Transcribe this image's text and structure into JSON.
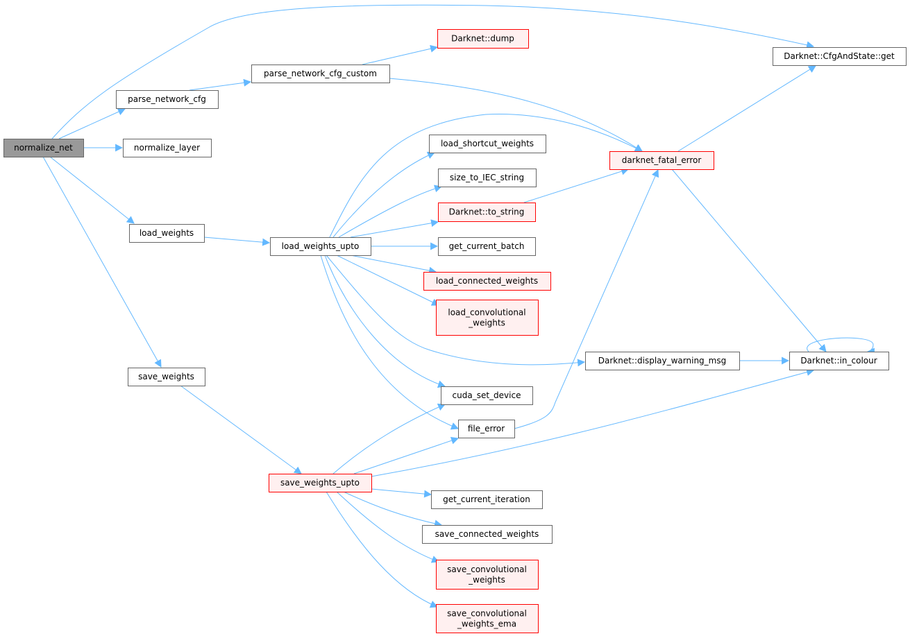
{
  "graph": {
    "nodes": [
      {
        "id": "normalize_net",
        "label": "normalize_net",
        "style": "root"
      },
      {
        "id": "parse_network_cfg",
        "label": "parse_network_cfg",
        "style": "normal"
      },
      {
        "id": "normalize_layer",
        "label": "normalize_layer",
        "style": "normal"
      },
      {
        "id": "load_weights",
        "label": "load_weights",
        "style": "normal"
      },
      {
        "id": "save_weights",
        "label": "save_weights",
        "style": "normal"
      },
      {
        "id": "parse_network_cfg_custom",
        "label": "parse_network_cfg_custom",
        "style": "normal"
      },
      {
        "id": "dump",
        "label": "Darknet::dump",
        "style": "red"
      },
      {
        "id": "cfg_get",
        "label": "Darknet::CfgAndState::get",
        "style": "normal"
      },
      {
        "id": "darknet_fatal_error",
        "label": "darknet_fatal_error",
        "style": "red"
      },
      {
        "id": "load_weights_upto",
        "label": "load_weights_upto",
        "style": "normal"
      },
      {
        "id": "load_shortcut_weights",
        "label": "load_shortcut_weights",
        "style": "normal"
      },
      {
        "id": "size_to_IEC_string",
        "label": "size_to_IEC_string",
        "style": "normal"
      },
      {
        "id": "to_string",
        "label": "Darknet::to_string",
        "style": "red"
      },
      {
        "id": "get_current_batch",
        "label": "get_current_batch",
        "style": "normal"
      },
      {
        "id": "load_connected_weights",
        "label": "load_connected_weights",
        "style": "red"
      },
      {
        "id": "load_convolutional_weights",
        "label": "load_convolutional",
        "label2": "_weights",
        "style": "red"
      },
      {
        "id": "display_warning_msg",
        "label": "Darknet::display_warning_msg",
        "style": "normal"
      },
      {
        "id": "in_colour",
        "label": "Darknet::in_colour",
        "style": "normal"
      },
      {
        "id": "cuda_set_device",
        "label": "cuda_set_device",
        "style": "normal"
      },
      {
        "id": "file_error",
        "label": "file_error",
        "style": "normal"
      },
      {
        "id": "save_weights_upto",
        "label": "save_weights_upto",
        "style": "red"
      },
      {
        "id": "get_current_iteration",
        "label": "get_current_iteration",
        "style": "normal"
      },
      {
        "id": "save_connected_weights",
        "label": "save_connected_weights",
        "style": "normal"
      },
      {
        "id": "save_convolutional_weights",
        "label": "save_convolutional",
        "label2": "_weights",
        "style": "red"
      },
      {
        "id": "save_convolutional_weights_ema",
        "label": "save_convolutional",
        "label2": "_weights_ema",
        "style": "red"
      }
    ],
    "edges": [
      [
        "normalize_net",
        "cfg_get"
      ],
      [
        "normalize_net",
        "parse_network_cfg"
      ],
      [
        "normalize_net",
        "normalize_layer"
      ],
      [
        "normalize_net",
        "load_weights"
      ],
      [
        "normalize_net",
        "save_weights"
      ],
      [
        "parse_network_cfg",
        "parse_network_cfg_custom"
      ],
      [
        "parse_network_cfg_custom",
        "dump"
      ],
      [
        "parse_network_cfg_custom",
        "darknet_fatal_error"
      ],
      [
        "darknet_fatal_error",
        "cfg_get"
      ],
      [
        "darknet_fatal_error",
        "in_colour"
      ],
      [
        "load_weights",
        "load_weights_upto"
      ],
      [
        "load_weights_upto",
        "darknet_fatal_error"
      ],
      [
        "load_weights_upto",
        "load_shortcut_weights"
      ],
      [
        "load_weights_upto",
        "size_to_IEC_string"
      ],
      [
        "load_weights_upto",
        "to_string"
      ],
      [
        "to_string",
        "darknet_fatal_error"
      ],
      [
        "load_weights_upto",
        "get_current_batch"
      ],
      [
        "load_weights_upto",
        "load_connected_weights"
      ],
      [
        "load_weights_upto",
        "load_convolutional_weights"
      ],
      [
        "load_weights_upto",
        "display_warning_msg"
      ],
      [
        "load_weights_upto",
        "cuda_set_device"
      ],
      [
        "load_weights_upto",
        "file_error"
      ],
      [
        "display_warning_msg",
        "in_colour"
      ],
      [
        "in_colour",
        "in_colour"
      ],
      [
        "file_error",
        "darknet_fatal_error"
      ],
      [
        "save_weights",
        "save_weights_upto"
      ],
      [
        "save_weights_upto",
        "cuda_set_device"
      ],
      [
        "save_weights_upto",
        "file_error"
      ],
      [
        "save_weights_upto",
        "in_colour"
      ],
      [
        "save_weights_upto",
        "get_current_iteration"
      ],
      [
        "save_weights_upto",
        "save_connected_weights"
      ],
      [
        "save_weights_upto",
        "save_convolutional_weights"
      ],
      [
        "save_weights_upto",
        "save_convolutional_weights_ema"
      ]
    ],
    "colors": {
      "edge": "#63b8ff",
      "red_border": "#ff0000",
      "red_fill": "#fff0f0",
      "root_fill": "#999999"
    }
  }
}
